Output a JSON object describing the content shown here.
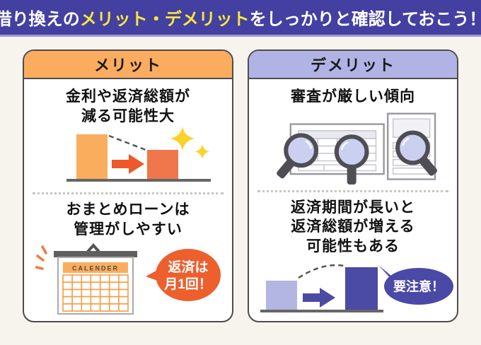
{
  "banner": {
    "prefix": "借り換えの",
    "highlight": "メリット・デメリット",
    "suffix": "をしっかりと確認しておこう！",
    "bg": "#4340A1",
    "accent_line": "#9D9BD5",
    "highlight_color": "#F6E73C",
    "text_color": "#FFFFFF"
  },
  "page_bg": "#F7F3ED",
  "merit_card": {
    "title": "メリット",
    "header_bg": "#FBAC5F",
    "point1": {
      "line1": "金利や返済総額が",
      "line2": "減る可能性大"
    },
    "chart": {
      "type": "bar",
      "meaning": "total-repayment-decreases-after-refinance",
      "before_bar_color": "#FBAD5E",
      "after_bar_color": "#F0764B",
      "arrow_color": "#EC5A2A",
      "sparkle_color": "#F9D32B",
      "baseline_color": "#666666"
    },
    "point2": {
      "line1": "おまとめローンは",
      "line2": "管理がしやすい"
    },
    "calendar": {
      "label": "CALENDER",
      "header_bg": "#FBAD5E",
      "grid_color": "#F59B40",
      "bar_color": "#5F5F5F"
    },
    "bubble": {
      "line1": "返済は",
      "line2": "月1回！",
      "bg": "#ED5F2D",
      "text_color": "#FFFFFF"
    }
  },
  "demerit_card": {
    "title": "デメリット",
    "header_bg": "#B1B3E4",
    "point1": {
      "line1": "審査が厳しい傾向"
    },
    "illustration": {
      "name": "documents-under-magnifying-glasses",
      "lens_color": "#CCD0F0",
      "rim_color": "#4F4E55",
      "doc_border_color": "#97969E"
    },
    "point2": {
      "line1": "返済期間が長いと",
      "line2": "返済総額が増える",
      "line3": "可能性もある"
    },
    "chart": {
      "type": "bar",
      "meaning": "total-repayment-increases-with-longer-term",
      "before_bar_color": "#B3B5E2",
      "after_bar_color": "#4B4AA5",
      "arrow_color": "#4B4AA5",
      "baseline_color": "#666666"
    },
    "bubble": {
      "text": "要注意！",
      "bg": "#4A49A6",
      "text_color": "#FFFFFF"
    }
  }
}
